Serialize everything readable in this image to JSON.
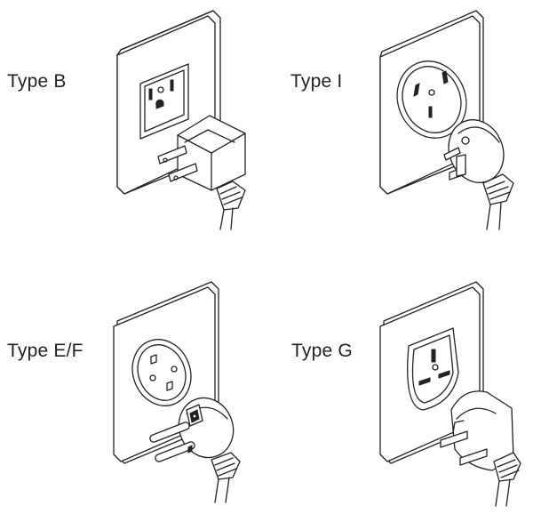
{
  "diagram": {
    "plugs": [
      {
        "label": "Type B",
        "icon": "type-b-plug-socket-icon"
      },
      {
        "label": "Type I",
        "icon": "type-i-plug-socket-icon"
      },
      {
        "label": "Type E/F",
        "icon": "type-ef-plug-socket-icon"
      },
      {
        "label": "Type G",
        "icon": "type-g-plug-socket-icon"
      }
    ],
    "colors": {
      "line": "#222222",
      "background": "#ffffff"
    }
  }
}
